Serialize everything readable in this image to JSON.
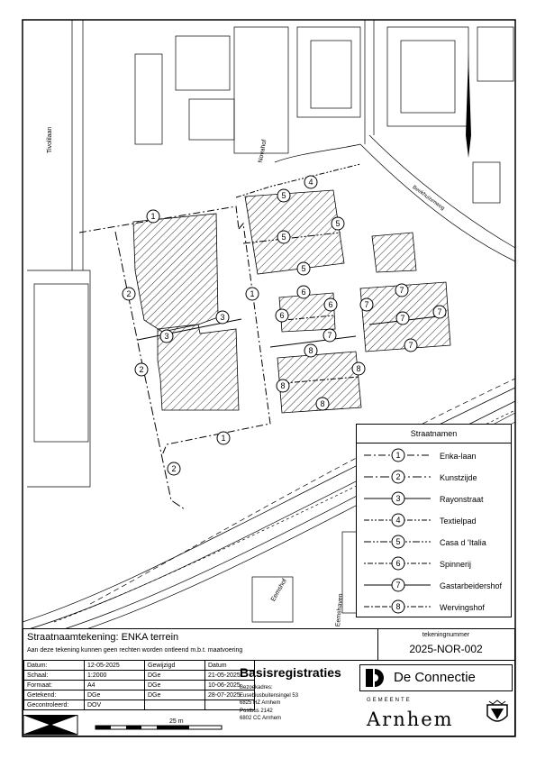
{
  "map": {
    "road_labels": {
      "tivolilaan": "Tivolilaan",
      "novahof": "Novahof",
      "bredaerbrug": "Beekhuizenweg",
      "eemshof": "Eemshof",
      "eemshaven": "Eemshaven"
    },
    "legend": {
      "title": "Straatnamen",
      "items": [
        {
          "num": "1",
          "name": "Enka-laan",
          "style": "dash-dot"
        },
        {
          "num": "2",
          "name": "Kunstzijde",
          "style": "dash-dot-long"
        },
        {
          "num": "3",
          "name": "Rayonstraat",
          "style": "solid"
        },
        {
          "num": "4",
          "name": "Textielpad",
          "style": "dash-dot-dot"
        },
        {
          "num": "5",
          "name": "Casa d 'Italia",
          "style": "dash-dot-dot-long"
        },
        {
          "num": "6",
          "name": "Spinnerij",
          "style": "dot-dash"
        },
        {
          "num": "7",
          "name": "Gastarbeidershof",
          "style": "solid-dash"
        },
        {
          "num": "8",
          "name": "Wervingshof",
          "style": "dash-dot-dash"
        }
      ]
    }
  },
  "title_block": {
    "title": "Straatnaamtekening: ENKA terrein",
    "disclaimer": "Aan deze tekening kunnen geen rechten worden ontleend m.b.t. maatvoering",
    "number_label": "tekeningnummer",
    "number": "2025-NOR-002",
    "meta_rows": [
      {
        "label": "Datum:",
        "value": "12-05-2025",
        "gew": "Gewijzigd",
        "dat": "Datum"
      },
      {
        "label": "Schaal:",
        "value": "1:2000",
        "gew": "DGe",
        "dat": "21-05-2025"
      },
      {
        "label": "Formaat:",
        "value": "A4",
        "gew": "DGe",
        "dat": "10-06-2025"
      },
      {
        "label": "Getekend:",
        "value": "DGe",
        "gew": "DGe",
        "dat": "28-07-2025"
      },
      {
        "label": "Gecontroleerd:",
        "value": "DOV",
        "gew": "",
        "dat": ""
      }
    ],
    "scale_label": "25  m",
    "org_title": "Basisregistraties",
    "address": {
      "l1": "Bezoekadres:",
      "l2": "Eusebiusbuitensingel 53",
      "l3": "6825 HZ Arnhem",
      "l4": "Postbus 2142",
      "l5": "6802 CC Arnhem"
    },
    "logo_text": "De Connectie",
    "gemeente": "GEMEENTE",
    "city": "Arnhem"
  }
}
